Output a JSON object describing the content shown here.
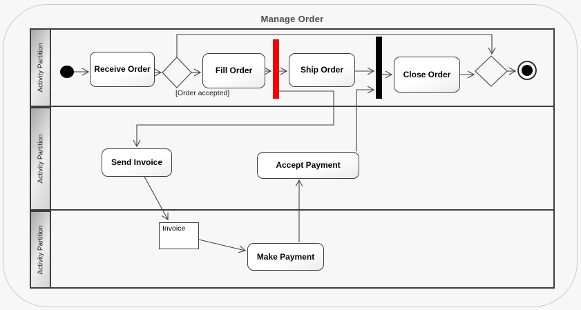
{
  "title": "Manage Order",
  "lanes": [
    {
      "label": "Activity Partition"
    },
    {
      "label": "Activity Partition"
    },
    {
      "label": "Activity Partition"
    }
  ],
  "nodes": {
    "receive_order": "Receive Order",
    "fill_order": "Fill Order",
    "ship_order": "Ship Order",
    "close_order": "Close Order",
    "send_invoice": "Send Invoice",
    "accept_payment": "Accept Payment",
    "make_payment": "Make Payment",
    "invoice_object": "Invoice"
  },
  "labels": {
    "guard_order_accepted": "[Order accepted]"
  },
  "colors": {
    "fork_bar": "#f40000",
    "join_bar": "#000000",
    "edge": "#3f3f3f"
  }
}
